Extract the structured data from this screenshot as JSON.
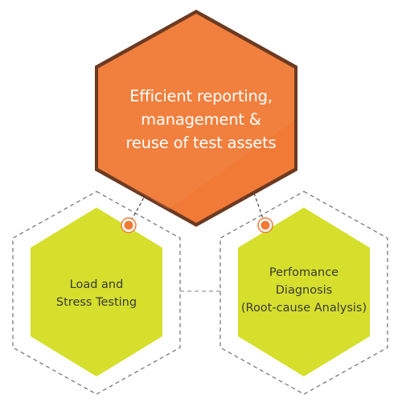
{
  "nodes": {
    "top": {
      "lines": [
        "Efficient reporting,",
        "management &",
        "reuse of test assets"
      ]
    },
    "left": {
      "lines": [
        "Load and",
        "Stress Testing"
      ]
    },
    "right": {
      "lines": [
        "Perfomance",
        "Diagnosis",
        "(Root-cause Analysis)"
      ]
    }
  },
  "colors": {
    "top_fill": "#f07a36",
    "top_fill_light": "#f48a4a",
    "top_border": "#6b3a22",
    "bottom_fill": "#d5df2c",
    "dash_outline": "#7a7a7a",
    "connector_dot": "#f07a36",
    "text_light": "#ffffff",
    "text_dark": "#3a3a3a"
  }
}
